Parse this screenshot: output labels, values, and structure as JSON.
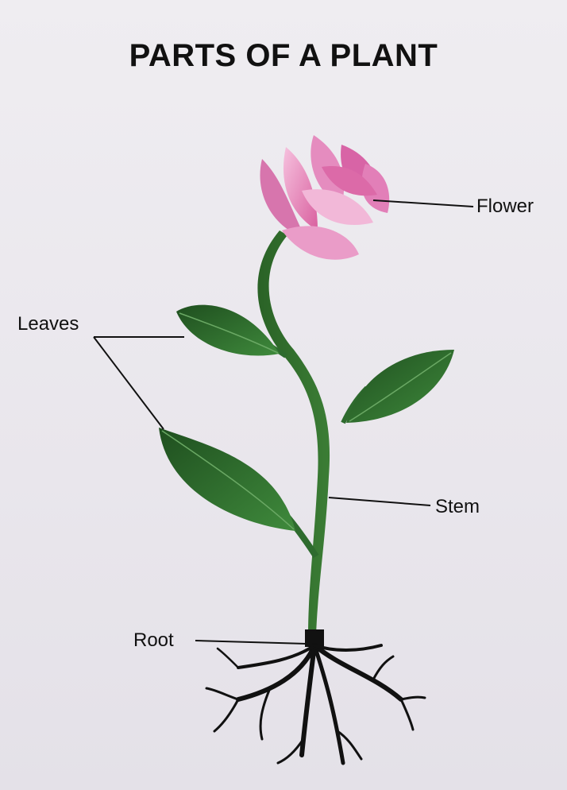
{
  "diagram": {
    "title": "PARTS OF A PLANT",
    "labels": {
      "flower": "Flower",
      "leaves": "Leaves",
      "stem": "Stem",
      "root": "Root"
    }
  },
  "colors": {
    "background": "#ece9ee",
    "petal_pink": "#e07bb6",
    "petal_light": "#f3b6d7",
    "leaf_green": "#2e6b2e",
    "stem_green": "#2f6a2c",
    "root_black": "#111111"
  }
}
